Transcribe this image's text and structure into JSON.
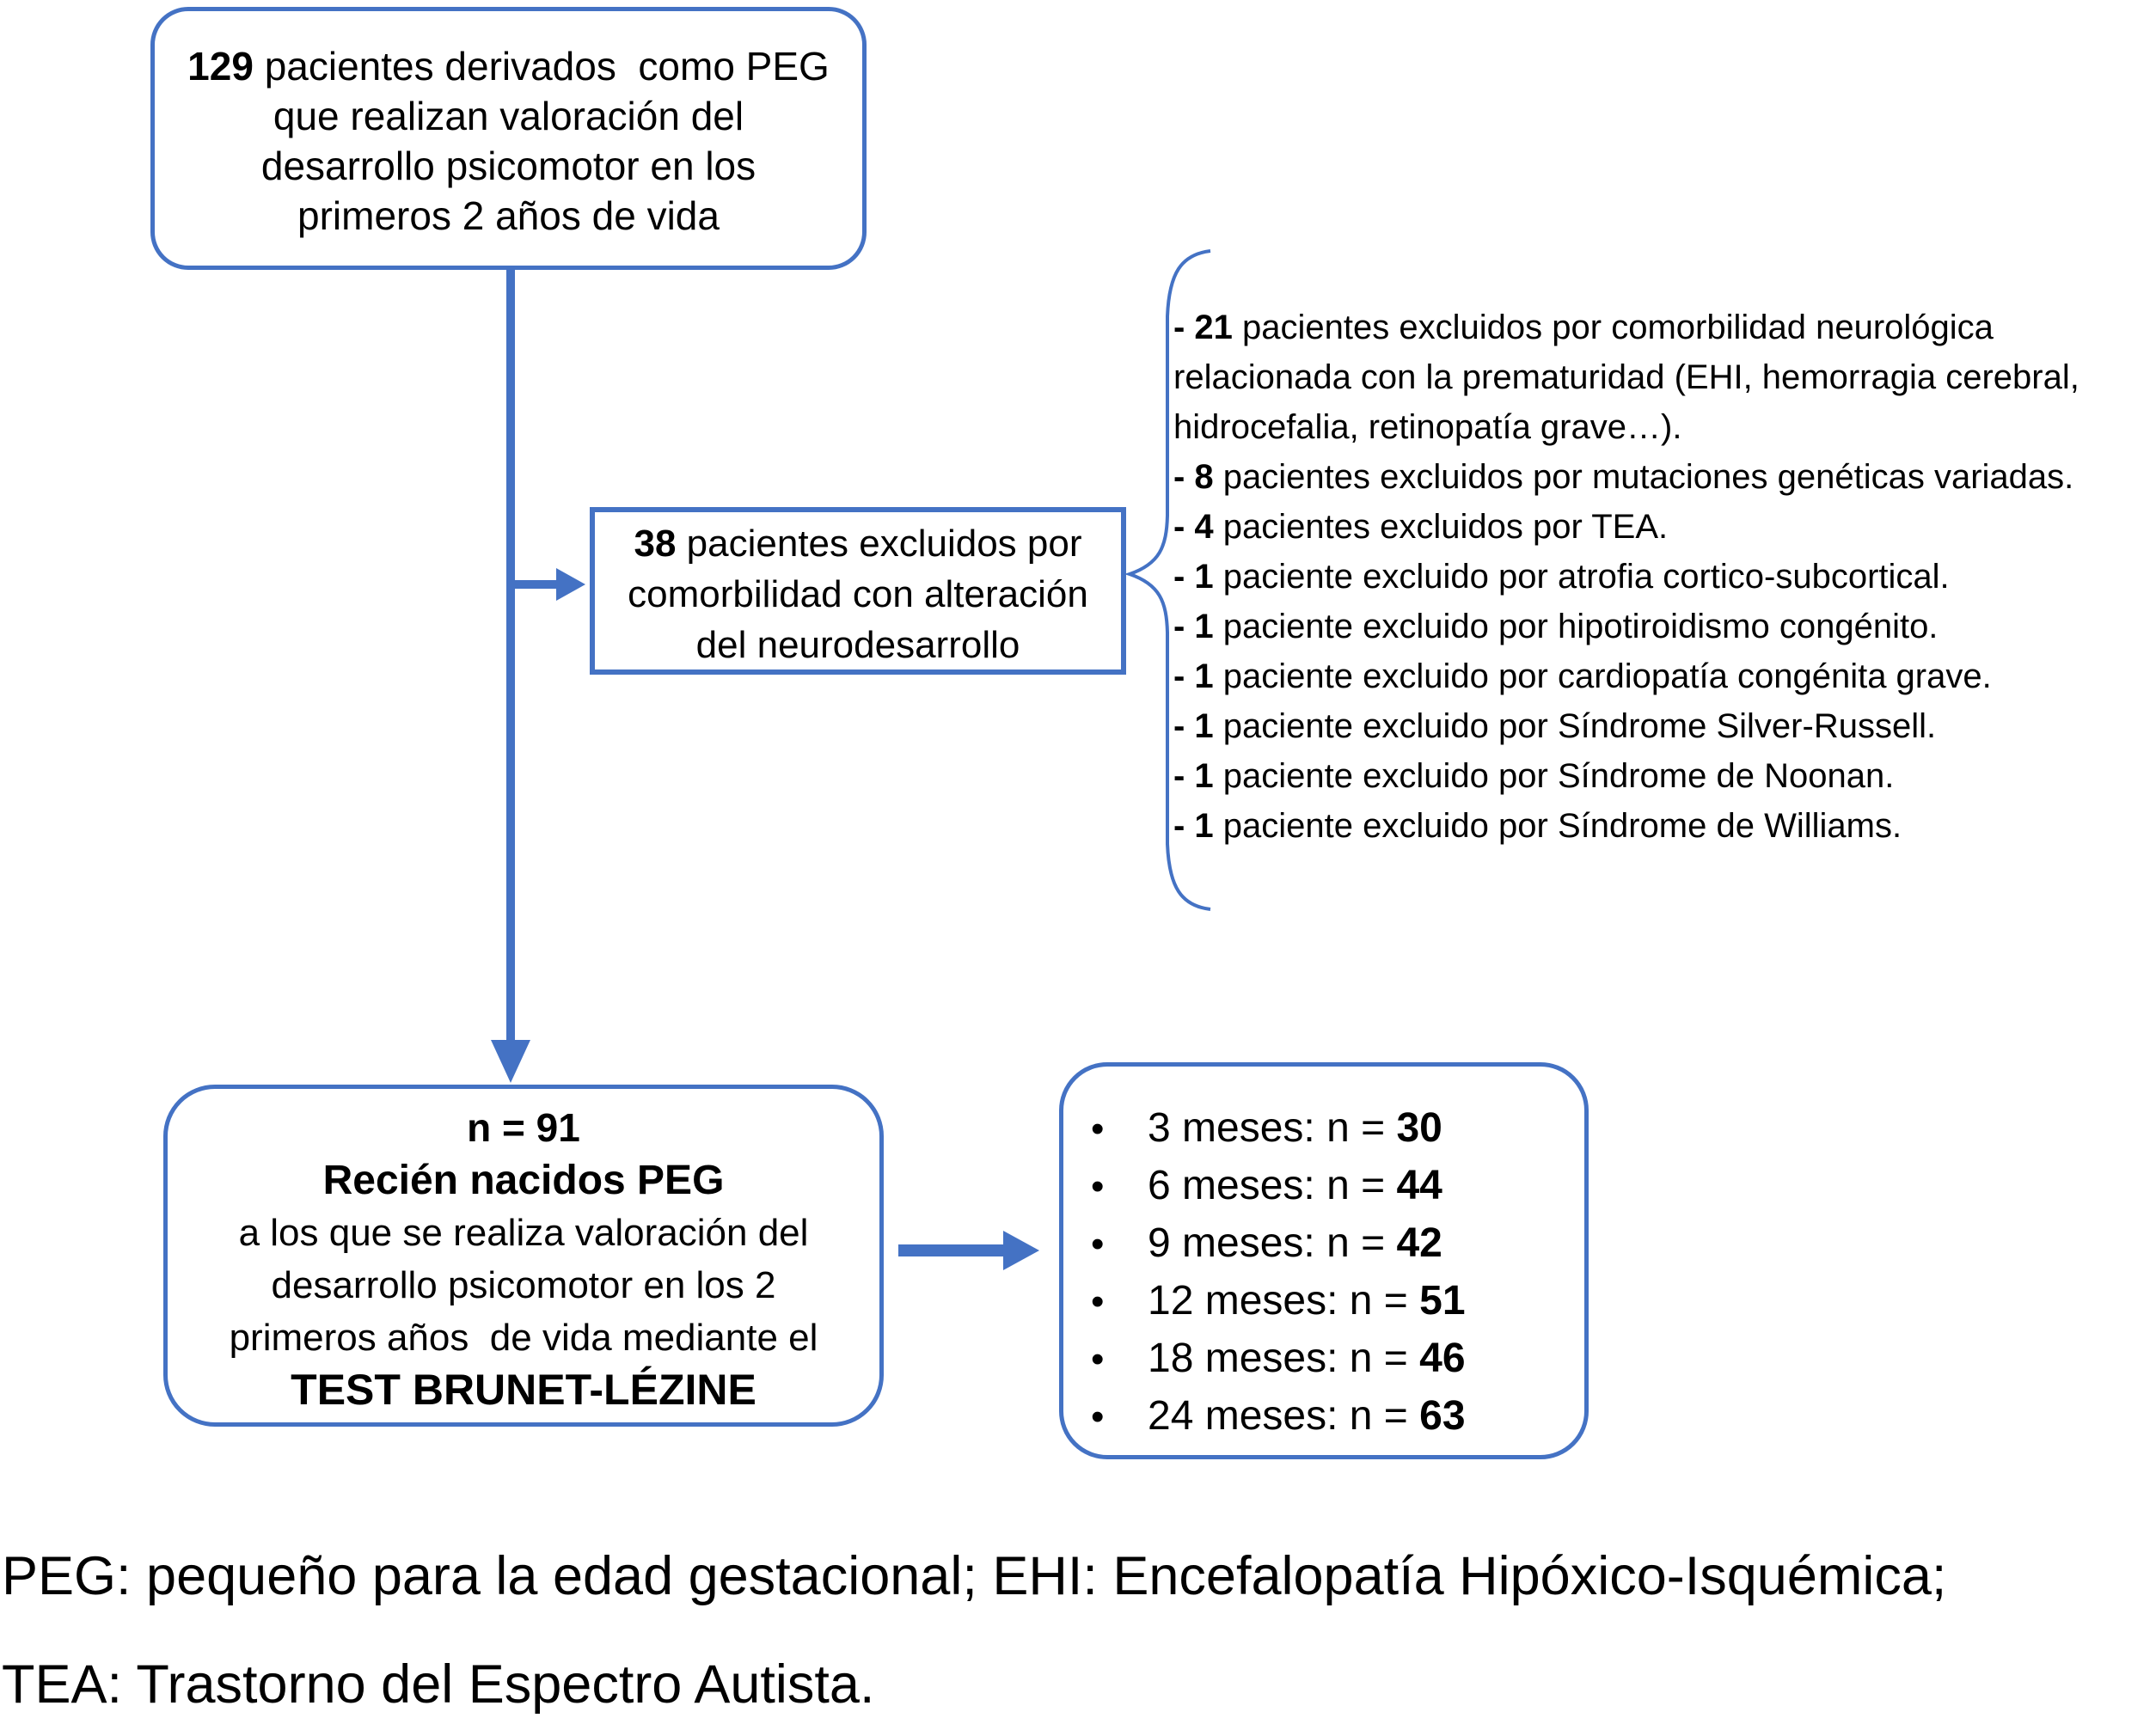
{
  "accent_color": "#4472C4",
  "top_box": {
    "line1_bold": "129",
    "line1_rest": " pacientes derivados  como PEG",
    "line2": "que realizan valoración del",
    "line3": "desarrollo psicomotor en los",
    "line4": "primeros 2 años de vida"
  },
  "excluded_box": {
    "line1_bold": "38",
    "line1_rest": " pacientes excluidos por",
    "line2": "comorbilidad con alteración",
    "line3": "del neurodesarrollo"
  },
  "exclusions": {
    "lines": [
      {
        "b": "- 21",
        "t": " pacientes excluidos por comorbilidad neurológica"
      },
      {
        "b": "",
        "t": "relacionada con la prematuridad (EHI, hemorragia cerebral,"
      },
      {
        "b": "",
        "t": "hidrocefalia, retinopatía grave…)."
      },
      {
        "b": "- 8",
        "t": " pacientes excluidos por mutaciones genéticas variadas."
      },
      {
        "b": "- 4",
        "t": " pacientes excluidos por TEA."
      },
      {
        "b": "- 1",
        "t": " paciente excluido por atrofia cortico-subcortical."
      },
      {
        "b": "- 1",
        "t": " paciente excluido por hipotiroidismo congénito."
      },
      {
        "b": "- 1",
        "t": " paciente excluido por cardiopatía congénita grave."
      },
      {
        "b": "- 1",
        "t": " paciente excluido por Síndrome Silver-Russell."
      },
      {
        "b": "- 1",
        "t": " paciente excluido por Síndrome de Noonan."
      },
      {
        "b": "- 1",
        "t": " paciente excluido por Síndrome de Williams."
      }
    ]
  },
  "result_box": {
    "line1": "n = 91",
    "line2": "Recién nacidos PEG",
    "line3": "a los que se realiza valoración del",
    "line4": "desarrollo psicomotor en los 2",
    "line5": "primeros años  de vida mediante el",
    "line6": "TEST BRUNET-LÉZINE"
  },
  "followup_box": {
    "bullet": "•",
    "items": [
      {
        "label": "3 meses: n = ",
        "value": "30"
      },
      {
        "label": "6 meses: n = ",
        "value": "44"
      },
      {
        "label": "9 meses: n = ",
        "value": "42"
      },
      {
        "label": "12 meses: n = ",
        "value": "51"
      },
      {
        "label": "18 meses: n = ",
        "value": "46"
      },
      {
        "label": "24 meses: n = ",
        "value": "63"
      }
    ]
  },
  "footer": {
    "line1": "PEG: pequeño para la edad gestacional; EHI: Encefalopatía Hipóxico-Isquémica;",
    "line2": "TEA: Trastorno del Espectro Autista."
  }
}
